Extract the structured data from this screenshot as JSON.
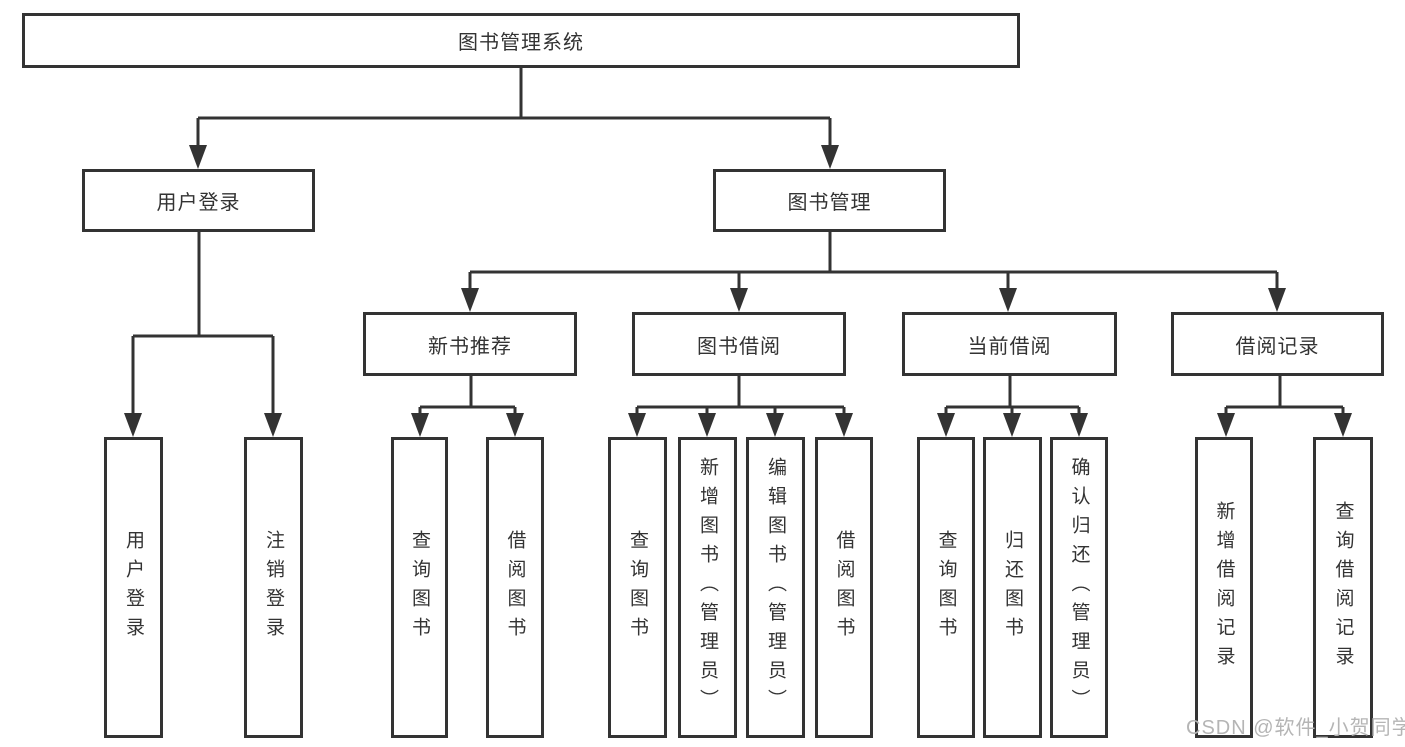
{
  "diagram": {
    "root": {
      "label": "图书管理系统"
    },
    "level2": [
      {
        "label": "用户登录"
      },
      {
        "label": "图书管理"
      }
    ],
    "level3": [
      {
        "label": "新书推荐"
      },
      {
        "label": "图书借阅"
      },
      {
        "label": "当前借阅"
      },
      {
        "label": "借阅记录"
      }
    ],
    "leaves": {
      "user_login": [
        {
          "label": "用户登录"
        },
        {
          "label": "注销登录"
        }
      ],
      "new_book": [
        {
          "label": "查询图书"
        },
        {
          "label": "借阅图书"
        }
      ],
      "book_borrow": [
        {
          "label": "查询图书"
        },
        {
          "label": "新增图书（管理员）"
        },
        {
          "label": "编辑图书（管理员）"
        },
        {
          "label": "借阅图书"
        }
      ],
      "current_borrow": [
        {
          "label": "查询图书"
        },
        {
          "label": "归还图书"
        },
        {
          "label": "确认归还（管理员）"
        }
      ],
      "borrow_record": [
        {
          "label": "新增借阅记录"
        },
        {
          "label": "查询借阅记录"
        }
      ]
    }
  },
  "watermark": {
    "text": "CSDN @软件_小贺同学"
  },
  "colors": {
    "line": "#333333",
    "box_border": "#333333",
    "text": "#333333",
    "watermark": "#b5b5b5",
    "background": "#ffffff"
  }
}
